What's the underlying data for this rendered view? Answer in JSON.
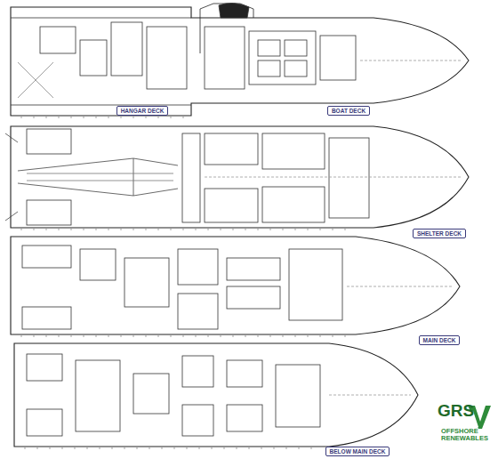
{
  "diagram": {
    "nodes": [
      {
        "text": [
          "HANGAR DECK"
        ]
      },
      {
        "text": [
          "BOAT DECK"
        ]
      },
      {
        "text": [
          "SHELTER DECK"
        ]
      },
      {
        "text": [
          "MAIN DECK"
        ]
      },
      {
        "text": [
          "BELOW MAIN DECK"
        ]
      }
    ],
    "labels": [
      "GRS",
      "OFFSHORE RENEWABLES"
    ]
  }
}
